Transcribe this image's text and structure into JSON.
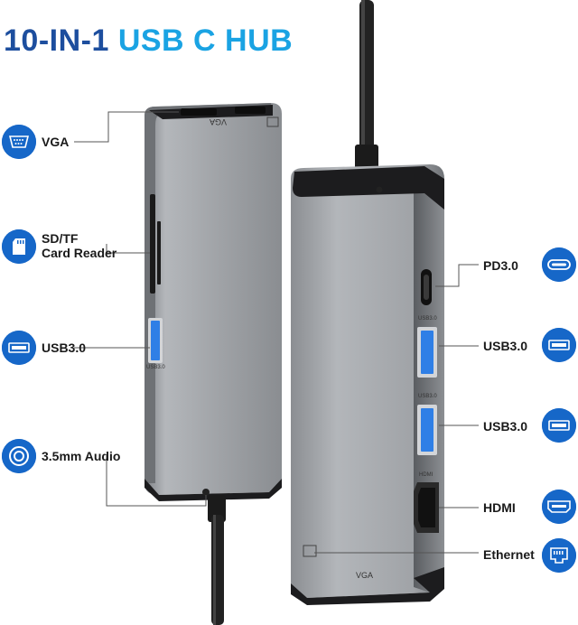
{
  "title": {
    "part1": "10-IN-1 ",
    "part2": "USB C HUB"
  },
  "colors": {
    "title_dark": "#1d4e9e",
    "title_light": "#1aa3e3",
    "icon_blue": "#1667c8",
    "hub_gray": "#9c9fa3"
  },
  "ports_left": [
    {
      "label": "VGA",
      "icon": "vga-icon"
    },
    {
      "label_line1": "SD/TF",
      "label_line2": "Card Reader",
      "icon": "sd-card-icon"
    },
    {
      "label": "USB3.0",
      "icon": "usb-icon"
    },
    {
      "label": "3.5mm Audio",
      "icon": "audio-icon"
    }
  ],
  "ports_right": [
    {
      "label": "PD3.0",
      "icon": "usb-c-icon"
    },
    {
      "label": "USB3.0",
      "icon": "usb-icon"
    },
    {
      "label": "USB3.0",
      "icon": "usb-icon"
    },
    {
      "label": "HDMI",
      "icon": "hdmi-icon"
    },
    {
      "label": "Ethernet",
      "icon": "ethernet-icon"
    }
  ],
  "device_text": {
    "vga_top": "VGA",
    "usb_left": "USB3.0",
    "usb_right_1": "USB3.0",
    "usb_right_2": "USB3.0",
    "hdmi": "HDMI",
    "vga_bottom": "VGA"
  }
}
